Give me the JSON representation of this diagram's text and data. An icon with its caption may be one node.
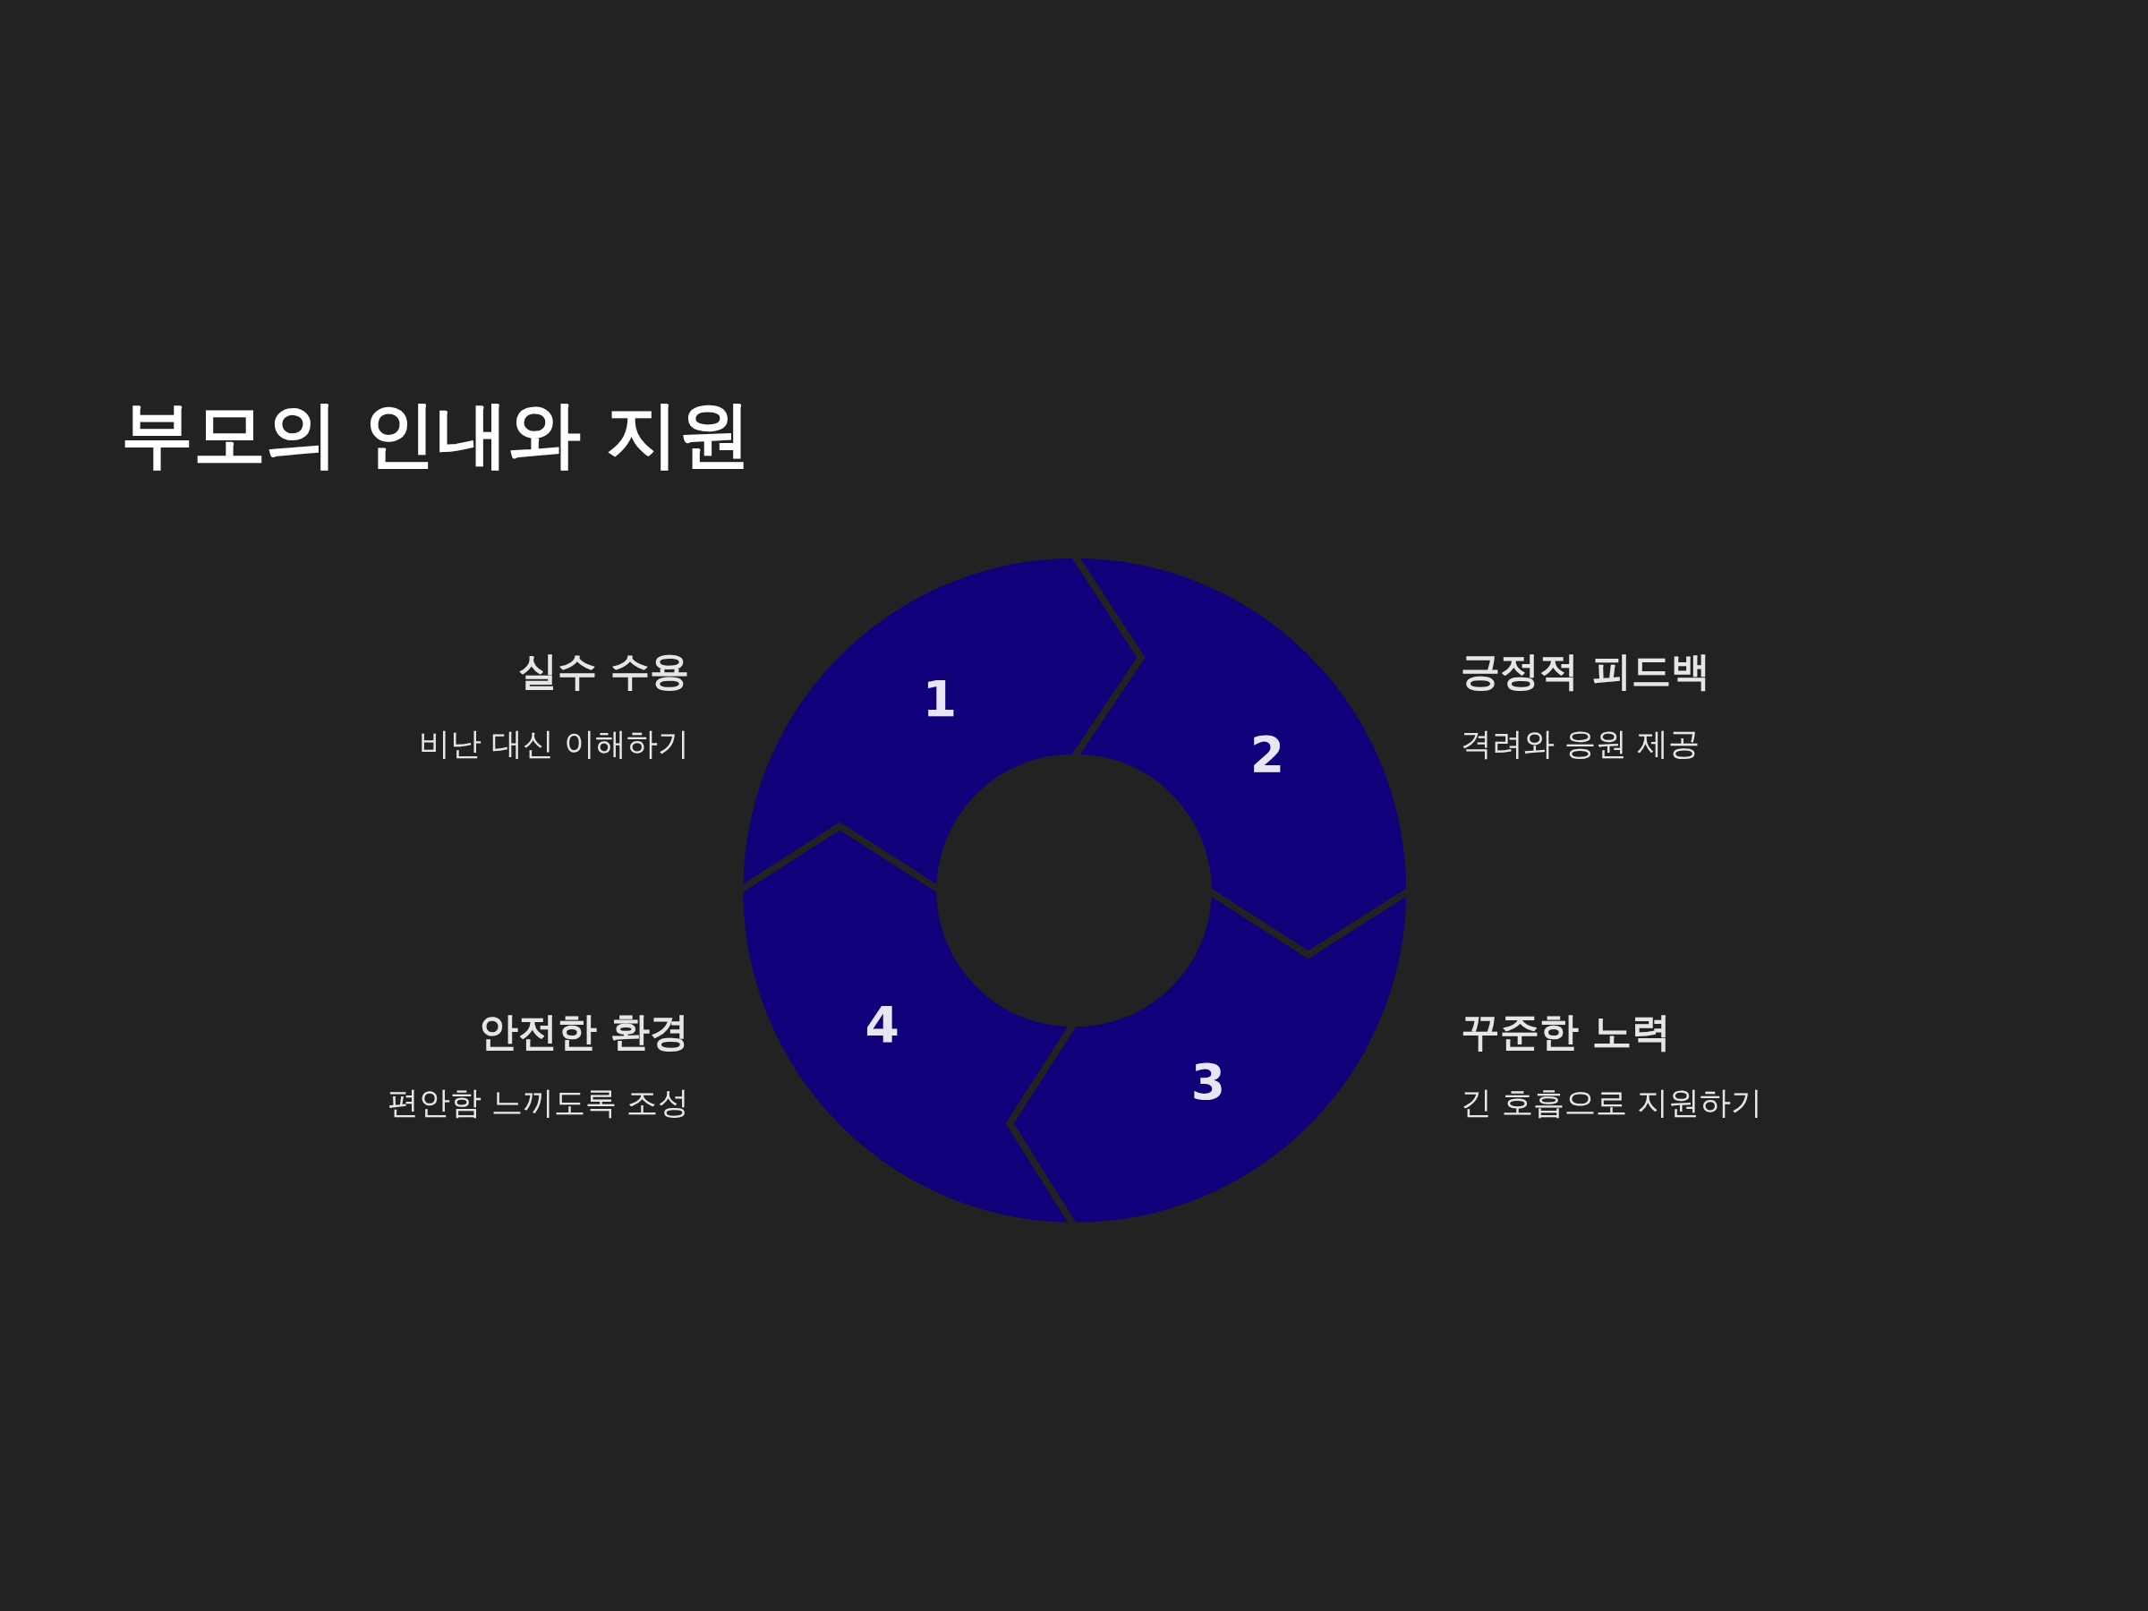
{
  "diagram": {
    "title": "부모의 인내와 지원",
    "nodes": [
      {
        "text": [
          "1"
        ],
        "beside": [
          "실수 수용",
          "비난 대신 이해하기"
        ]
      },
      {
        "text": [
          "2"
        ],
        "beside": [
          "긍정적 피드백",
          "격려와 응원 제공"
        ]
      },
      {
        "text": [
          "3"
        ],
        "beside": [
          "꾸준한 노력",
          "긴 호흡으로 지원하기"
        ]
      },
      {
        "text": [
          "4"
        ],
        "beside": [
          "안전한 환경",
          "편안함 느끼도록 조성"
        ]
      }
    ]
  }
}
